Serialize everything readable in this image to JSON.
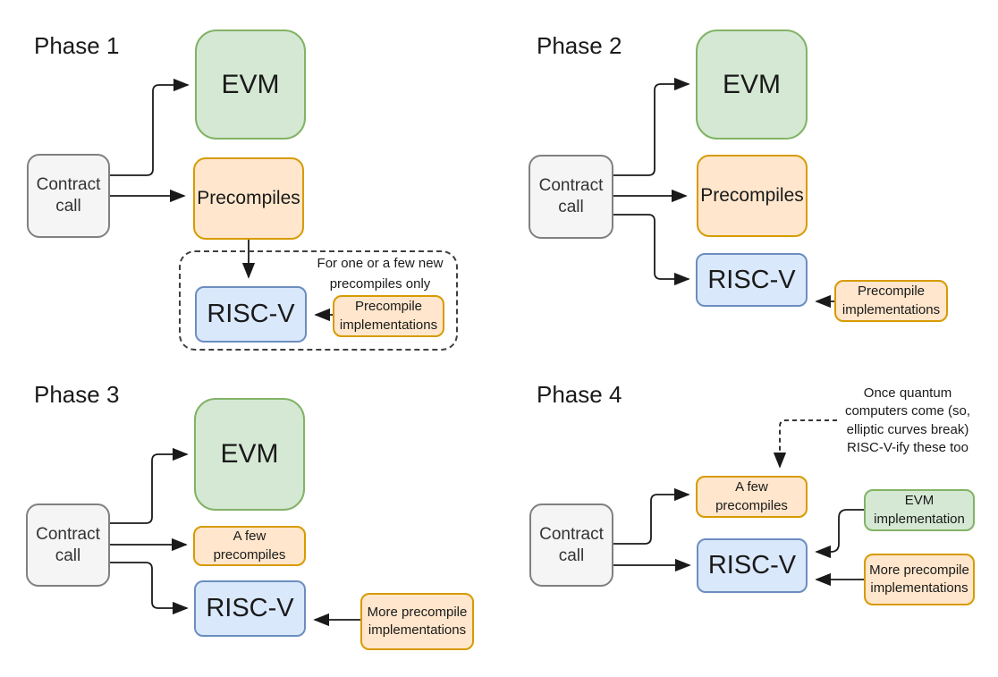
{
  "colors": {
    "green_fill": "#d5e8d4",
    "green_stroke": "#82b366",
    "orange_fill": "#ffe6cc",
    "orange_stroke": "#d79b00",
    "blue_fill": "#dae8fc",
    "blue_stroke": "#6c8ebf",
    "gray_fill": "#f5f5f5",
    "gray_stroke": "#808080",
    "arrow": "#1a1a1a"
  },
  "phase1": {
    "title": "Phase 1",
    "contract_call": "Contract\ncall",
    "evm": "EVM",
    "precompiles": "Precompiles",
    "riscv": "RISC-V",
    "note": "For one or a few new\nprecompiles only",
    "precompile_implementations": "Precompile\nimplementations"
  },
  "phase2": {
    "title": "Phase 2",
    "contract_call": "Contract\ncall",
    "evm": "EVM",
    "precompiles": "Precompiles",
    "riscv": "RISC-V",
    "precompile_implementations": "Precompile\nimplementations"
  },
  "phase3": {
    "title": "Phase 3",
    "contract_call": "Contract\ncall",
    "evm": "EVM",
    "few_precompiles": "A few\nprecompiles",
    "riscv": "RISC-V",
    "more_precompile_implementations": "More precompile\nimplementations"
  },
  "phase4": {
    "title": "Phase 4",
    "contract_call": "Contract\ncall",
    "few_precompiles": "A few\nprecompiles",
    "riscv": "RISC-V",
    "evm_implementation": "EVM\nimplementation",
    "more_precompile_implementations": "More precompile\nimplementations",
    "annotation": "Once quantum\ncomputers come (so,\nelliptic curves break)\nRISC-V-ify these too"
  }
}
